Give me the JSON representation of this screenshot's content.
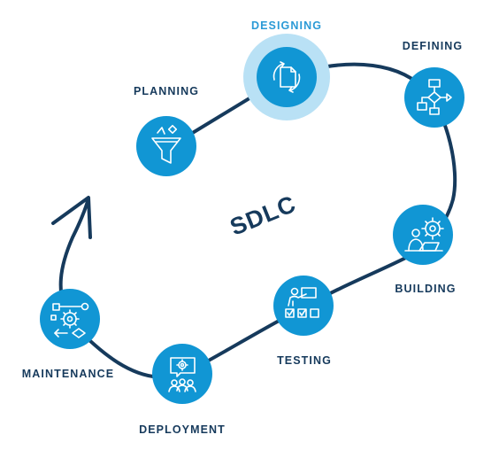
{
  "diagram": {
    "center_title": "SDLC",
    "stages": {
      "planning": "PLANNING",
      "designing": "DESIGNING",
      "defining": "DEFINING",
      "building": "BUILDING",
      "testing": "TESTING",
      "deployment": "DEPLOYMENT",
      "maintenance": "MAINTENANCE"
    },
    "active_stage": "designing",
    "icons": {
      "planning": "funnel-icon",
      "designing": "document-cycle-icon",
      "defining": "flowchart-icon",
      "building": "person-laptop-gears-icon",
      "testing": "checklist-presenter-icon",
      "deployment": "team-gear-icon",
      "maintenance": "process-gear-icon"
    },
    "colors": {
      "node": "#1196d4",
      "node_highlight": "#b9e1f5",
      "path": "#163a5c",
      "label": "#163a5c",
      "active_label": "#2b9ad6"
    }
  }
}
